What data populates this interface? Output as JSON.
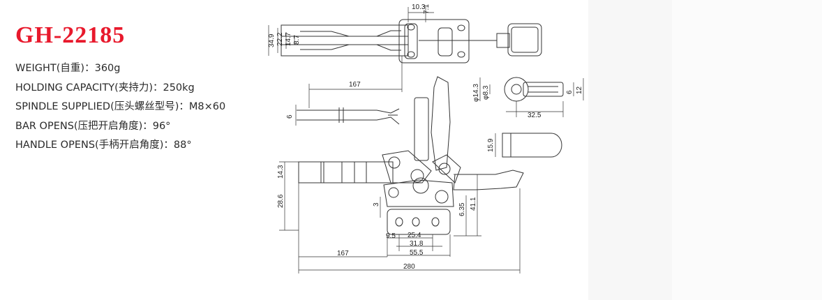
{
  "model": "GH-22185",
  "specs": [
    {
      "label": "WEIGHT(自重)",
      "value": "360g"
    },
    {
      "label": "HOLDING CAPACITY(夹持力)",
      "value": "250kg"
    },
    {
      "label": "SPINDLE SUPPLIED(压头螺丝型号)",
      "value": "M8×60"
    },
    {
      "label": "BAR OPENS(压把开启角度)",
      "value": "96°"
    },
    {
      "label": "HANDLE OPENS(手柄开启角度)",
      "value": "88°"
    }
  ],
  "dimensions": {
    "top_width": "10.3",
    "top_offset": "7.1",
    "h_349": "34.9",
    "h_222": "22.2",
    "h_147": "14.7",
    "h_87": "8.7",
    "bar_length": "167",
    "spindle_dia": "6",
    "dia_143": "φ14.3",
    "dia_83": "φ8.3",
    "slot_6": "6",
    "slot_12": "12",
    "arm_325": "32.5",
    "pad_159": "15.9",
    "side_143": "14.3",
    "side_286": "28.6",
    "offset_3": "3",
    "hole_635": "6.35",
    "height_411": "41.1",
    "base_95": "9.5",
    "base_254": "25.4",
    "base_318": "31.8",
    "base_555": "55.5",
    "bottom_167": "167",
    "overall_280": "280"
  }
}
